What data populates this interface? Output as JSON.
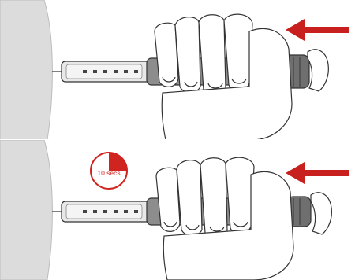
{
  "timer": {
    "label": "10 secs",
    "color": "#d02420",
    "elapsed_fraction": 0.25
  },
  "colors": {
    "skin_surface": "#dcdcdc",
    "arrow": "#c8201e",
    "pen_body": "#8d8d8d",
    "pen_cartridge": "#e6e6e6",
    "outline": "#333333"
  },
  "panels": [
    {
      "step": "press",
      "arrow_icon": "arrow-left-icon"
    },
    {
      "step": "hold",
      "arrow_icon": "arrow-left-icon",
      "timer_icon": "timer-icon"
    }
  ]
}
